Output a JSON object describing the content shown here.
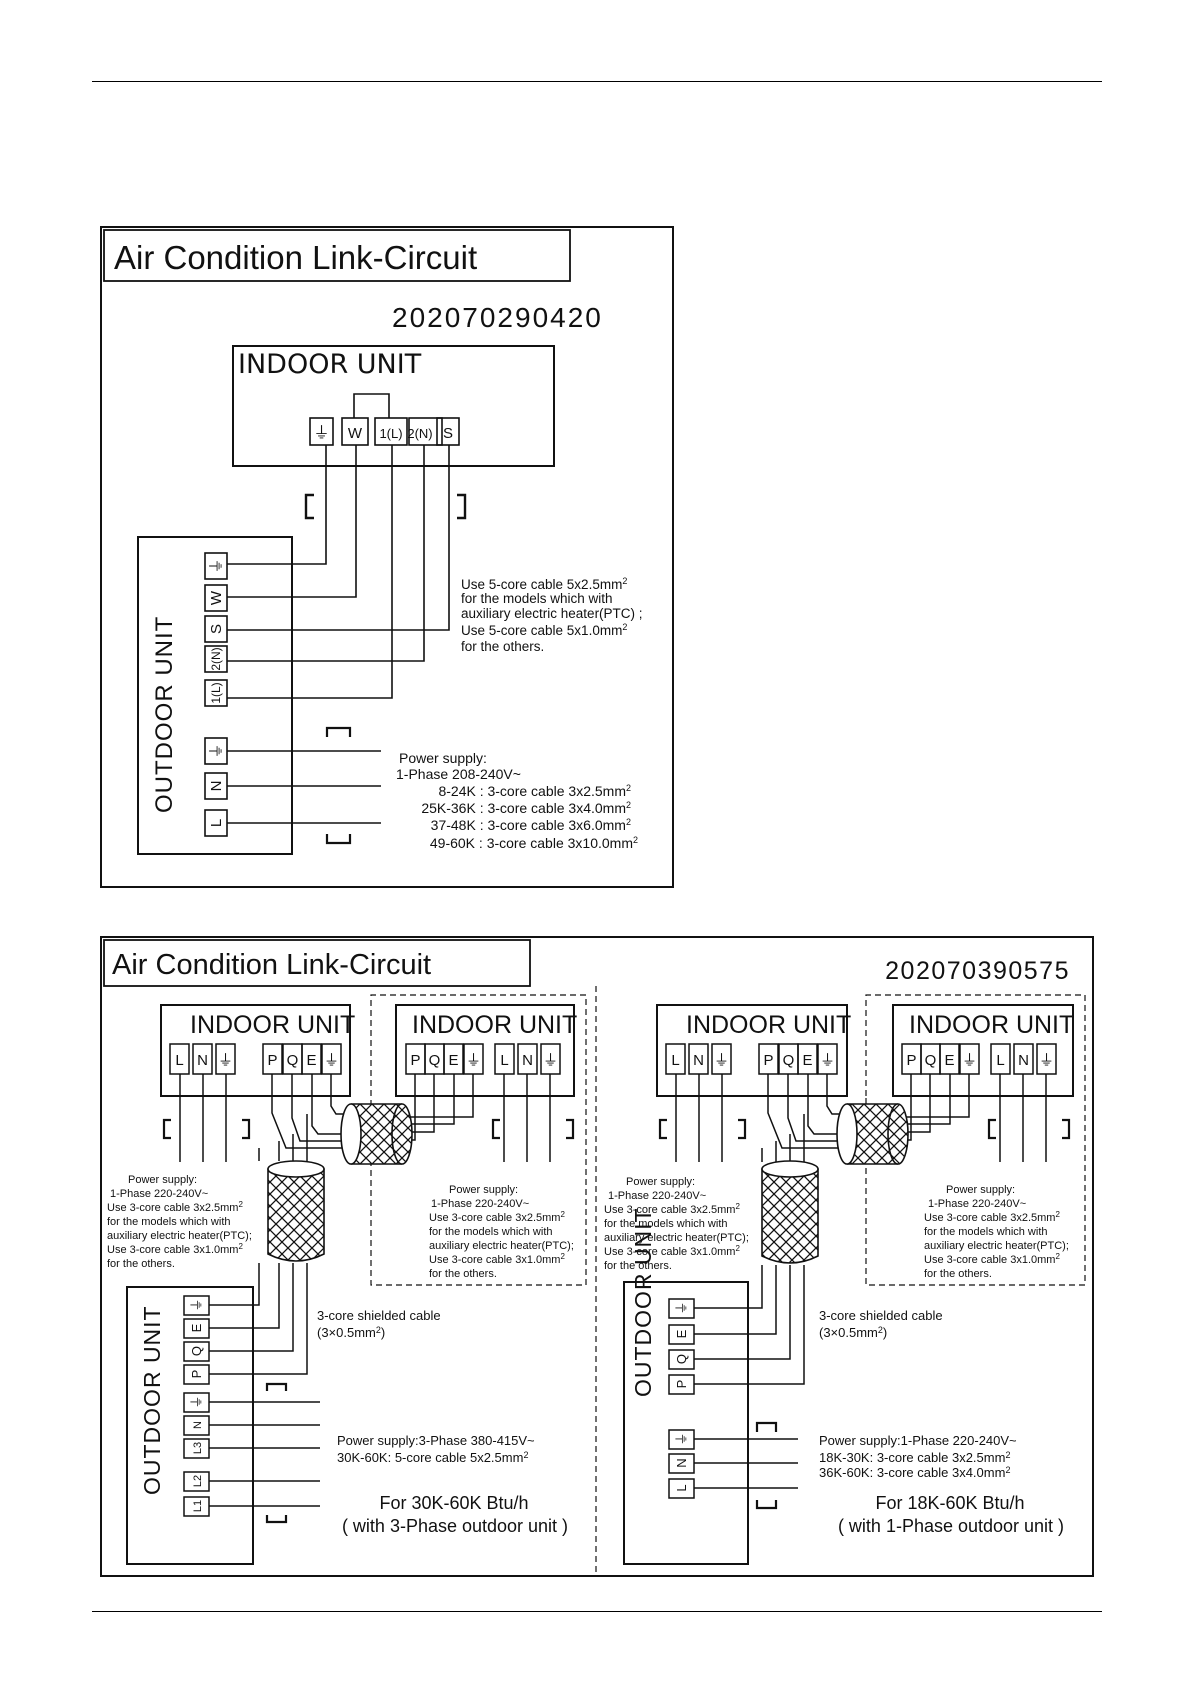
{
  "diagram1": {
    "title": "Air Condition Link-Circuit",
    "code": "202070290420",
    "indoor_label": "INDOOR UNIT",
    "outdoor_label": "OUTDOOR UNIT",
    "indoor_terminals": [
      "⏚",
      "W",
      "1(L)",
      "2(N)",
      "S"
    ],
    "outdoor_signal_terminals": [
      "⏚",
      "W",
      "S",
      "2(N)",
      "1(L)"
    ],
    "outdoor_power_terminals": [
      "⏚",
      "N",
      "L"
    ],
    "cable_note": [
      "Use 5-core cable  5x2.5mm",
      "for the models which with",
      "auxiliary electric heater(PTC) ;",
      "Use 5-core cable  5x1.0mm",
      "for the others."
    ],
    "power_note": [
      "Power supply:",
      "1-Phase 208-240V~",
      "8-24K : 3-core cable  3x2.5mm",
      "25K-36K : 3-core cable  3x4.0mm",
      "37-48K : 3-core cable  3x6.0mm",
      "49-60K : 3-core cable  3x10.0mm"
    ],
    "superscript": "2"
  },
  "diagram2": {
    "title": "Air Condition Link-Circuit",
    "code": "202070390575",
    "indoor_label": "INDOOR UNIT",
    "outdoor_label": "OUTDOOR UNIT",
    "indoor_terminals": [
      "L",
      "N",
      "⏚",
      "P",
      "Q",
      "E",
      "⏚"
    ],
    "indoor_terminals_b": [
      "P",
      "Q",
      "E",
      "⏚",
      "L",
      "N",
      "⏚"
    ],
    "power_note_a": [
      "Power supply:",
      "1-Phase 220-240V~",
      "Use 3-core cable  3x2.5mm",
      "for the models which with",
      "auxiliary electric heater(PTC);",
      "Use 3-core cable  3x1.0mm",
      "for the others."
    ],
    "shield_note": [
      "3-core shielded cable",
      "(3×0.5mm",
      ")"
    ],
    "superscript": "2",
    "left": {
      "outdoor_signal_terminals": [
        "⏚",
        "E",
        "Q",
        "P"
      ],
      "outdoor_power_terminals": [
        "⏚",
        "N",
        "L3",
        "L2",
        "L1"
      ],
      "power_note": [
        "Power supply:3-Phase 380-415V~",
        "30K-60K: 5-core cable  5x2.5mm"
      ],
      "caption": [
        "For 30K-60K Btu/h",
        "( with 3-Phase outdoor unit )"
      ]
    },
    "right": {
      "outdoor_signal_terminals": [
        "⏚",
        "E",
        "Q",
        "P"
      ],
      "outdoor_power_terminals": [
        "⏚",
        "N",
        "L"
      ],
      "power_note": [
        "Power supply:1-Phase 220-240V~",
        "18K-30K: 3-core cable  3x2.5mm",
        "36K-60K: 3-core cable  3x4.0mm"
      ],
      "caption": [
        "For 18K-60K Btu/h",
        "( with 1-Phase outdoor unit )"
      ]
    }
  }
}
